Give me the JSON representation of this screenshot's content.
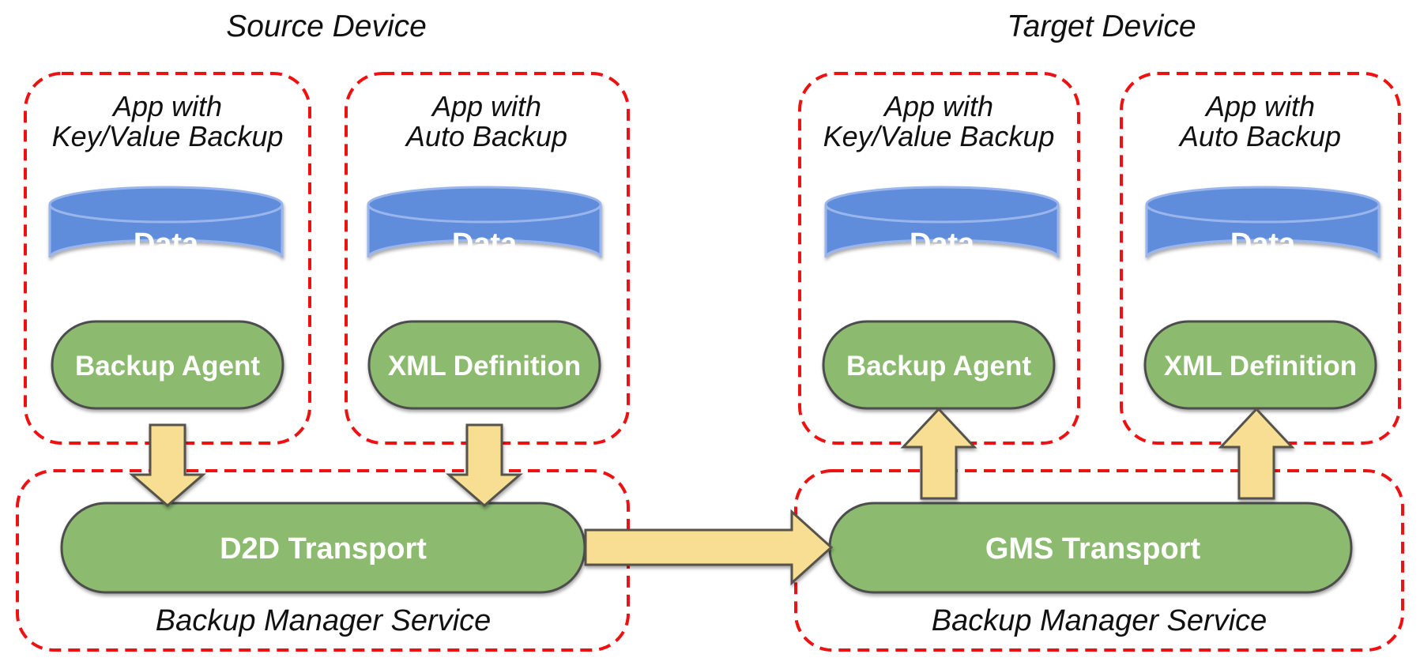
{
  "diagram": {
    "source": {
      "title": "Source Device",
      "apps": [
        {
          "name_line1": "App with",
          "name_line2": "Key/Value Backup",
          "storage_label": "Data",
          "component_label": "Backup Agent"
        },
        {
          "name_line1": "App with",
          "name_line2": "Auto Backup",
          "storage_label": "Data",
          "component_label": "XML Definition"
        }
      ],
      "service": {
        "transport_label": "D2D Transport",
        "service_label": "Backup Manager Service"
      }
    },
    "target": {
      "title": "Target Device",
      "apps": [
        {
          "name_line1": "App with",
          "name_line2": "Key/Value Backup",
          "storage_label": "Data",
          "component_label": "Backup Agent"
        },
        {
          "name_line1": "App with",
          "name_line2": "Auto Backup",
          "storage_label": "Data",
          "component_label": "XML Definition"
        }
      ],
      "service": {
        "transport_label": "GMS Transport",
        "service_label": "Backup Manager Service"
      }
    }
  },
  "colors": {
    "boundary_red": "#ee1111",
    "cylinder_blue": "#5e8ddb",
    "cylinder_blue_stroke": "#9ab5ec",
    "pill_green": "#8cbb70",
    "pill_green_stroke": "#4d4d4d",
    "arrow_yellow": "#f8de92",
    "arrow_yellow_stroke": "#56524b",
    "text_dark": "#111111",
    "text_light": "#ffffff",
    "background": "#ffffff"
  }
}
